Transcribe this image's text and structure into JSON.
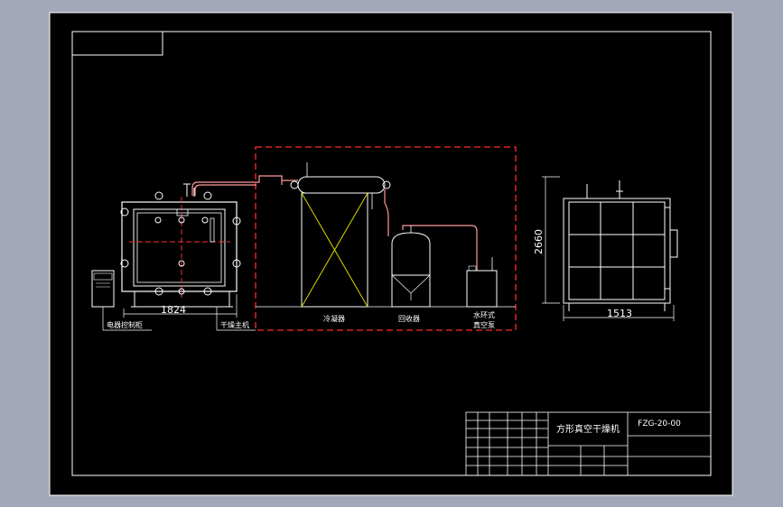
{
  "labels": {
    "dim_width_left": "1824",
    "dim_height_right": "2660",
    "dim_width_right": "1513",
    "control_cabinet": "电器控制柜",
    "dryer_main": "干燥主机",
    "condenser": "冷凝器",
    "recovery_tank": "回收器",
    "vacuum_pump_line1": "水环式",
    "vacuum_pump_line2": "真空泵"
  },
  "title_block": {
    "title": "方形真空干燥机",
    "drawing_no": "FZG-20-00"
  },
  "colors": {
    "background": "#000000",
    "frame": "#ffffff",
    "outline": "#ffffff",
    "piping": "#ff9a9a",
    "centerline": "#ff3030",
    "dashed_boundary": "#ff2a2a",
    "condenser_cross": "#d8d800",
    "frame_margin": "#a3a8b8"
  }
}
